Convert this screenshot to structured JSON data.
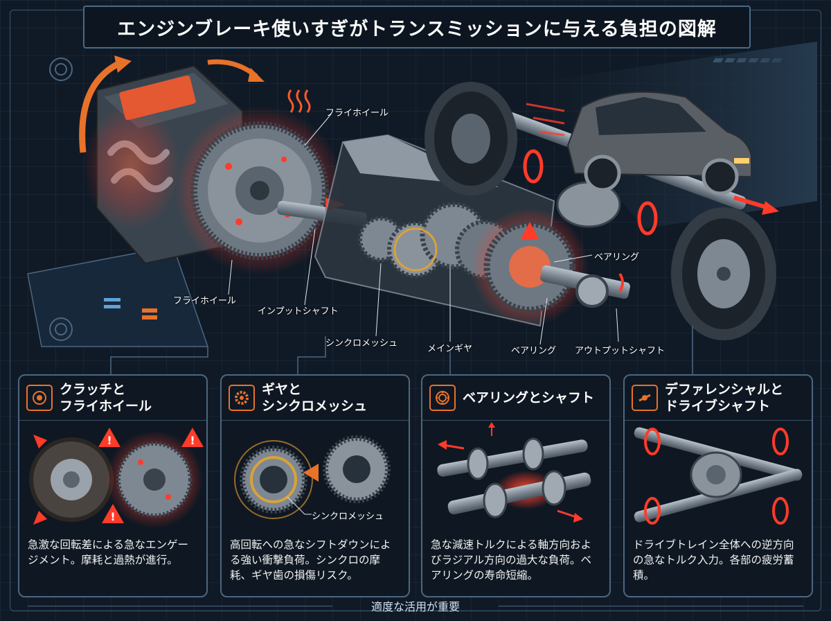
{
  "title": "エンジンブレーキ使いすぎがトランスミッションに与える負担の図解",
  "diagram": {
    "labels": {
      "flywheel_top": "フライホイール",
      "flywheel_bottom": "フライホイール",
      "input_shaft": "インプットシャフト",
      "synchro_mesh": "シンクロメッシュ",
      "main_gear": "メインギヤ",
      "bearing_top": "ベアリング",
      "bearing_bottom": "ベアリング",
      "output_shaft": "アウトプットシャフト"
    }
  },
  "cards": [
    {
      "title": "クラッチと\nフライホイール",
      "icon": "clutch-icon",
      "body": "急激な回転差による急なエンゲージメント。摩耗と過熱が進行。"
    },
    {
      "title": "ギヤと\nシンクロメッシュ",
      "icon": "gear-icon",
      "sub_label": "シンクロメッシュ",
      "body": "高回転への急なシフトダウンによる強い衝撃負荷。シンクロの摩耗、ギヤ歯の損傷リスク。"
    },
    {
      "title": "ベアリングとシャフト",
      "icon": "bearing-icon",
      "body": "急な減速トルクによる軸方向およびラジアル方向の過大な負荷。ベアリングの寿命短縮。"
    },
    {
      "title": "デファレンシャルと\nドライブシャフト",
      "icon": "driveshaft-icon",
      "body": "ドライブトレイン全体への逆方向の急なトルク入力。各部の疲労蓄積。"
    }
  ],
  "footer": "適度な活用が重要",
  "colors": {
    "accent_orange": "#e8722a",
    "heat_red": "#ff3b2a",
    "frame_blue": "#4c6781",
    "background": "#101a26"
  }
}
